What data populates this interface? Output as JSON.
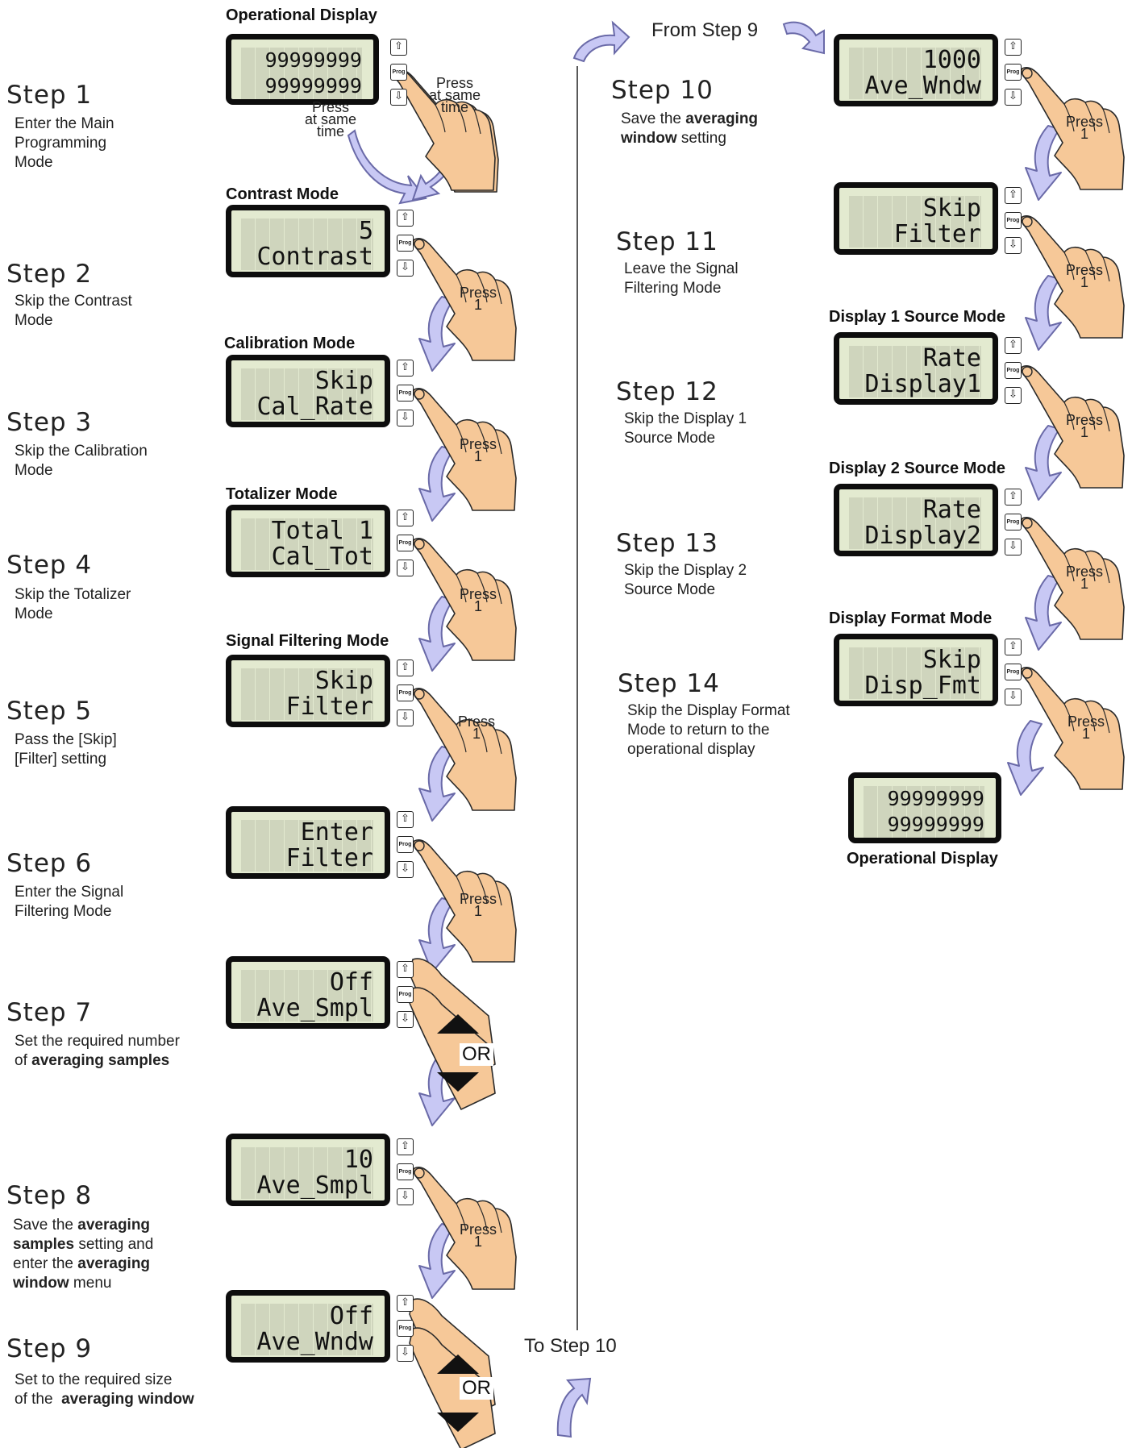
{
  "steps_left": [
    {
      "title": "Step 1",
      "desc_html": "Enter the Main<br>Programming<br>Mode"
    },
    {
      "title": "Step 2",
      "desc_html": "Skip the Contrast<br>Mode"
    },
    {
      "title": "Step 3",
      "desc_html": "Skip the Calibration<br>Mode"
    },
    {
      "title": "Step 4",
      "desc_html": "Skip the Totalizer<br>Mode"
    },
    {
      "title": "Step 5",
      "desc_html": "Pass the [Skip]<br>[Filter] setting"
    },
    {
      "title": "Step 6",
      "desc_html": "Enter the Signal<br>Filtering Mode"
    },
    {
      "title": "Step 7",
      "desc_html": "Set the required number<br>of <b>averaging samples</b>"
    },
    {
      "title": "Step 8",
      "desc_html": "Save the <b>averaging</b><br><b>samples</b> setting and<br>enter the <b>averaging</b><br><b>window</b> menu"
    },
    {
      "title": "Step 9",
      "desc_html": "Set to the required size<br>of the &nbsp;<b>averaging window</b>"
    }
  ],
  "steps_right": [
    {
      "title": "Step 10",
      "desc_html": "Save the <b>averaging</b><br><b>window</b> setting"
    },
    {
      "title": "Step 11",
      "desc_html": "Leave the Signal<br>Filtering Mode"
    },
    {
      "title": "Step 12",
      "desc_html": "Skip the Display 1<br>Source Mode"
    },
    {
      "title": "Step 13",
      "desc_html": "Skip the Display 2<br>Source Mode"
    },
    {
      "title": "Step 14",
      "desc_html": "Skip the Display Format<br>Mode to return to the<br>operational display"
    }
  ],
  "mode_titles": {
    "operational_top": "Operational Display",
    "contrast": "Contrast Mode",
    "calibration": "Calibration Mode",
    "totalizer": "Totalizer Mode",
    "signal_filtering": "Signal Filtering Mode",
    "display1": "Display 1 Source Mode",
    "display2": "Display 2 Source Mode",
    "display_format": "Display Format Mode",
    "operational_bottom": "Operational Display"
  },
  "displays_left": [
    {
      "line1": "99999999",
      "line2": "99999999"
    },
    {
      "line1": "5",
      "line2": "Contrast"
    },
    {
      "line1": "Skip",
      "line2": "Cal_Rate"
    },
    {
      "line1": "Total 1",
      "line2": "Cal_Tot"
    },
    {
      "line1": "Skip",
      "line2": "Filter"
    },
    {
      "line1": "Enter",
      "line2": "Filter"
    },
    {
      "line1": "Off",
      "line2": "Ave_Smpl"
    },
    {
      "line1": "10",
      "line2": "Ave_Smpl"
    },
    {
      "line1": "Off",
      "line2": "Ave_Wndw"
    }
  ],
  "displays_right": [
    {
      "line1": "1000",
      "line2": "Ave_Wndw"
    },
    {
      "line1": "Skip",
      "line2": "Filter"
    },
    {
      "line1": "Rate",
      "line2": "Display1"
    },
    {
      "line1": "Rate",
      "line2": "Display2"
    },
    {
      "line1": "Skip",
      "line2": "Disp_Fmt"
    },
    {
      "line1": "99999999",
      "line2": "99999999"
    }
  ],
  "buttons": {
    "up": "⇧",
    "prog": "Prog",
    "down": "⇩"
  },
  "press_label": "Press",
  "press_count": "1",
  "press_same_time": [
    "Press",
    "at same",
    "time"
  ],
  "or_label": "OR",
  "to_step_10": "To Step 10",
  "from_step_9": "From Step 9",
  "colors": {
    "hand": "#f6c898",
    "hand_outline": "#2a2a2a",
    "arrow_fill": "#c8c8f4",
    "arrow_stroke": "#6a6aa8",
    "lcd_bg": "#e3ead0"
  }
}
